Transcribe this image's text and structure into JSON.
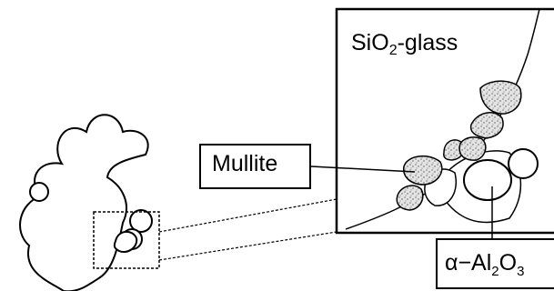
{
  "labels": {
    "glass_prefix": "SiO",
    "glass_sub": "2",
    "glass_suffix": "-glass",
    "mullite": "Mullite",
    "alumina_prefix": "α−Al",
    "alumina_sub1": "2",
    "alumina_mid": "O",
    "alumina_sub2": "3"
  },
  "colors": {
    "line": "#000000",
    "background": "#ffffff",
    "stipple": "#888888"
  }
}
